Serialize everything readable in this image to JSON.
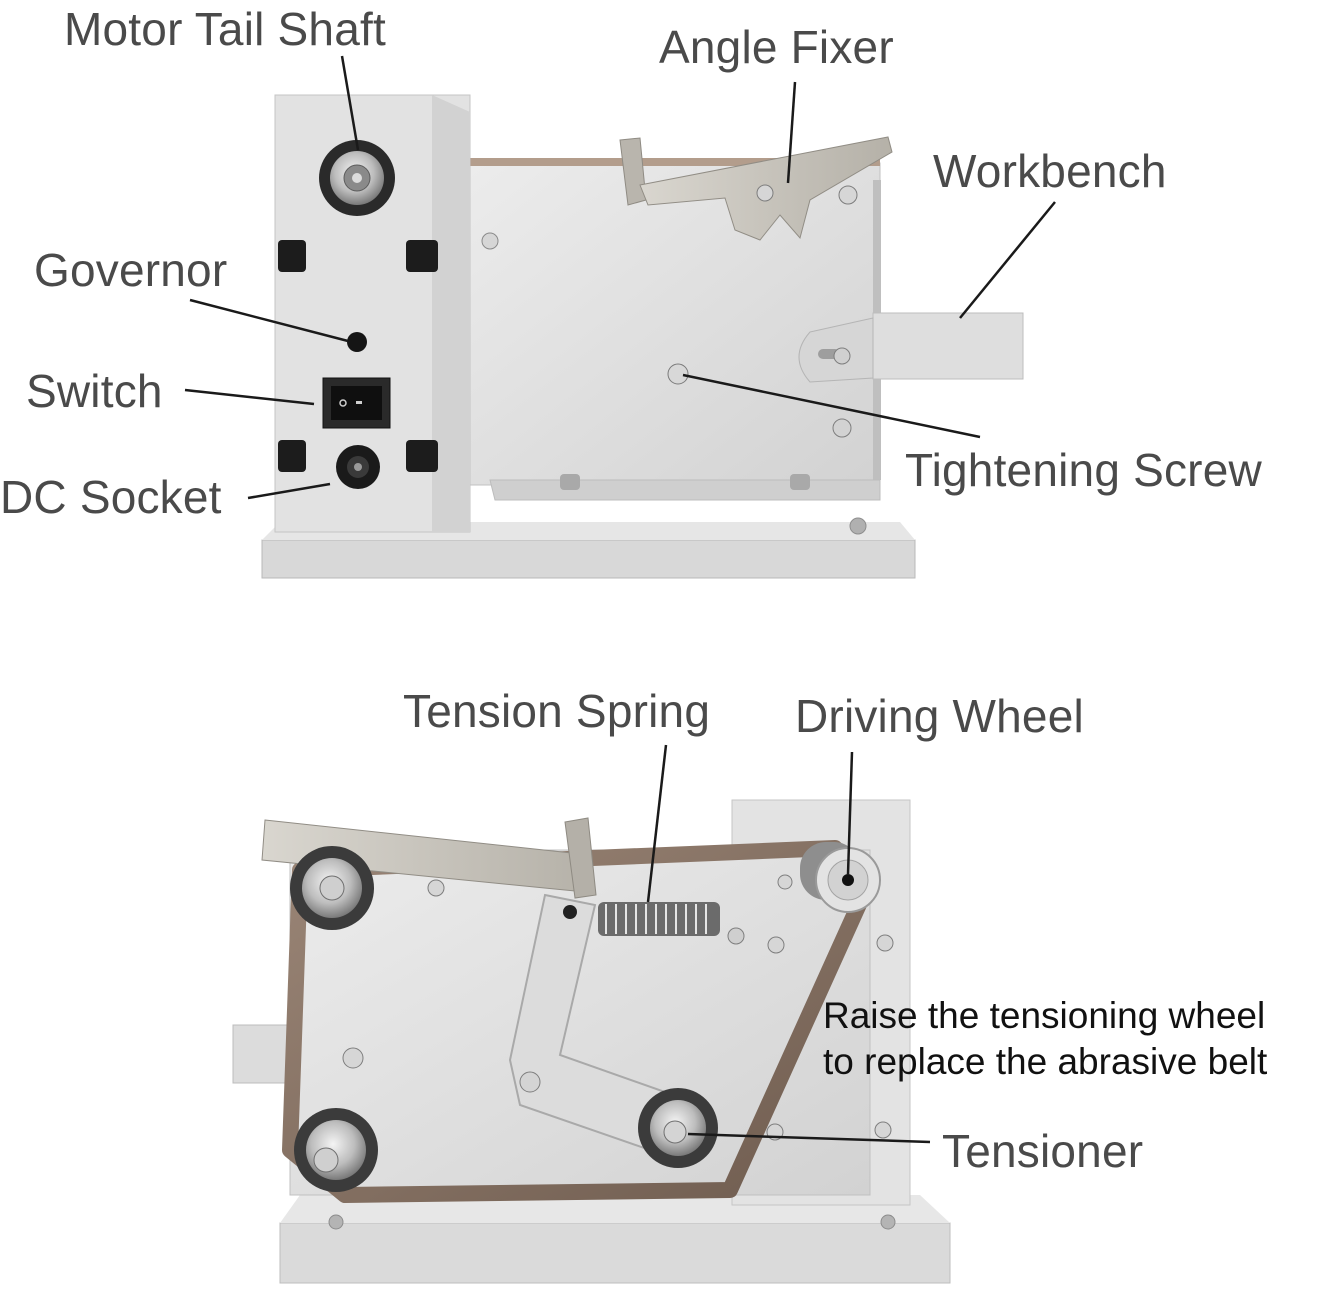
{
  "colors": {
    "metal_light": "#e4e4e4",
    "metal_mid": "#cfcfcf",
    "metal_dark": "#a8a8a8",
    "steel": "#c8c4bc",
    "belt": "#8a7566",
    "leader_line": "#1a1a1a",
    "label_text": "#4a4a4a"
  },
  "top_view": {
    "labels": {
      "motor_tail_shaft": "Motor Tail Shaft",
      "angle_fixer": "Angle Fixer",
      "workbench": "Workbench",
      "governor": "Governor",
      "switch": "Switch",
      "dc_socket": "DC Socket",
      "tightening_screw": "Tightening Screw"
    }
  },
  "bottom_view": {
    "labels": {
      "tension_spring": "Tension Spring",
      "driving_wheel": "Driving Wheel",
      "tensioner": "Tensioner"
    },
    "note_lines": [
      "Raise the tensioning wheel",
      "to replace the abrasive belt"
    ]
  }
}
